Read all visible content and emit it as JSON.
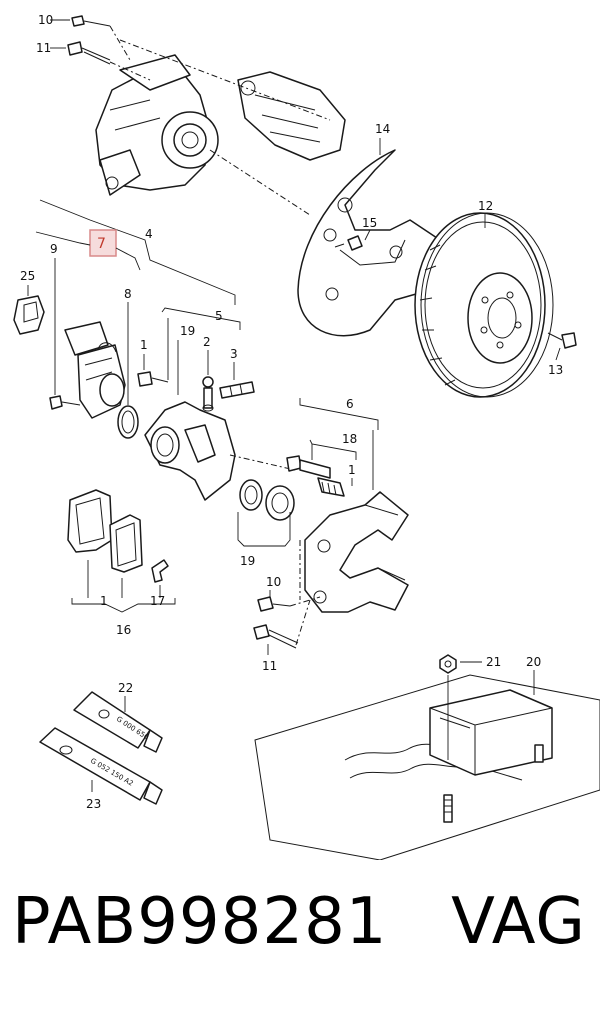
{
  "diagram": {
    "callouts": {
      "c10a": "10",
      "c11a": "11",
      "c14": "14",
      "c12": "12",
      "c15": "15",
      "c13": "13",
      "c4": "4",
      "c7": "7",
      "c9": "9",
      "c25": "25",
      "c8": "8",
      "c5": "5",
      "c19a": "19",
      "c2": "2",
      "c1a": "1",
      "c3": "3",
      "c6": "6",
      "c18": "18",
      "c1b": "1",
      "c19b": "19",
      "c10b": "10",
      "c11b": "11",
      "c1c": "1",
      "c17": "17",
      "c16": "16",
      "c21": "21",
      "c20": "20",
      "c22": "22",
      "c23": "23"
    },
    "highlight_color": "#c0392b",
    "tube_labels": {
      "tube22": "G 000 650",
      "tube23": "G 052 150 A2"
    }
  },
  "footer": {
    "part_number": "PAB998281",
    "brand": "VAG"
  }
}
